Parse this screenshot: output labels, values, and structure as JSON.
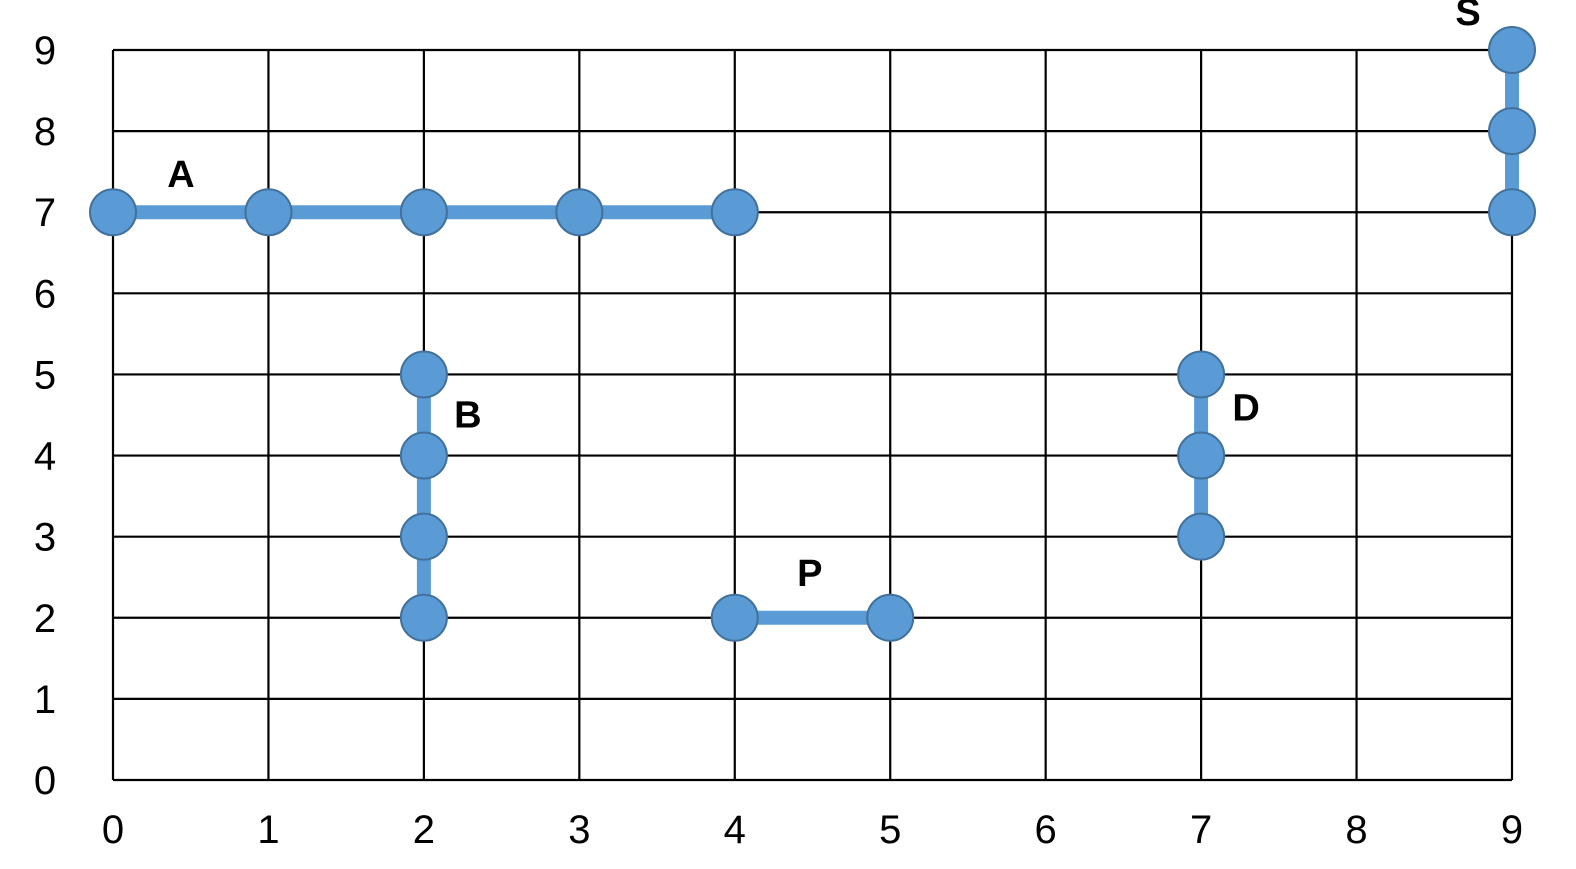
{
  "diagram": {
    "x_ticks": [
      "0",
      "1",
      "2",
      "3",
      "4",
      "5",
      "6",
      "7",
      "8",
      "9"
    ],
    "y_ticks": [
      "0",
      "1",
      "2",
      "3",
      "4",
      "5",
      "6",
      "7",
      "8",
      "9"
    ],
    "colors": {
      "segment_fill": "#5b9bd5",
      "segment_stroke": "#41719c",
      "grid": "#000000"
    },
    "segments": [
      {
        "label": "A",
        "points": [
          [
            0,
            7
          ],
          [
            1,
            7
          ],
          [
            2,
            7
          ],
          [
            3,
            7
          ],
          [
            4,
            7
          ]
        ]
      },
      {
        "label": "B",
        "points": [
          [
            2,
            5
          ],
          [
            2,
            4
          ],
          [
            2,
            3
          ],
          [
            2,
            2
          ]
        ]
      },
      {
        "label": "P",
        "points": [
          [
            4,
            2
          ],
          [
            5,
            2
          ]
        ]
      },
      {
        "label": "D",
        "points": [
          [
            7,
            5
          ],
          [
            7,
            4
          ],
          [
            7,
            3
          ]
        ]
      },
      {
        "label": "S",
        "points": [
          [
            9,
            9
          ],
          [
            9,
            8
          ],
          [
            9,
            7
          ]
        ]
      }
    ]
  }
}
